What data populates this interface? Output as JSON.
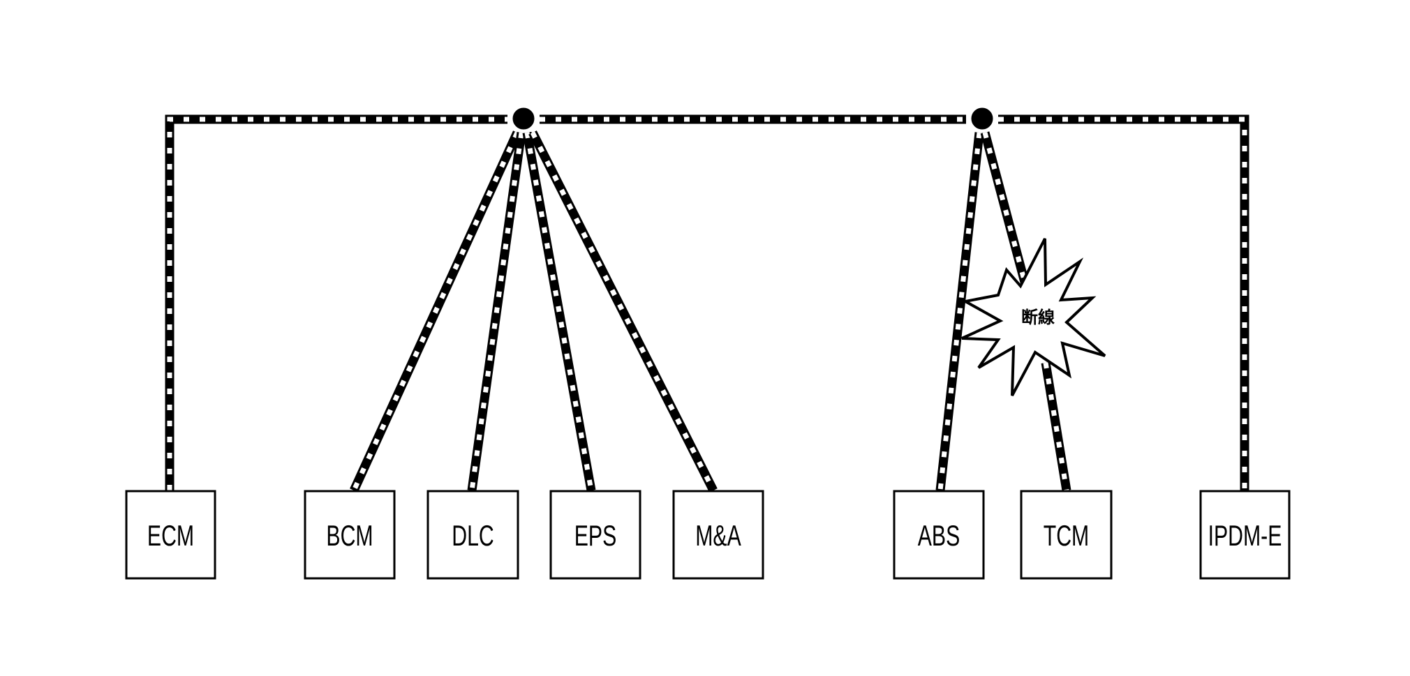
{
  "diagram": {
    "type": "network-topology",
    "description": "CAN communication bus with two junction points and eight control modules; a wire break is marked on the TCM branch",
    "colors": {
      "line": "#000000",
      "dash": "#ffffff",
      "background": "#ffffff"
    },
    "junctions": [
      {
        "id": "J1",
        "label": ""
      },
      {
        "id": "J2",
        "label": ""
      }
    ],
    "modules": [
      {
        "id": "ECM",
        "label": "ECM",
        "connected_to": "bus-left-end"
      },
      {
        "id": "BCM",
        "label": "BCM",
        "connected_to": "J1"
      },
      {
        "id": "DLC",
        "label": "DLC",
        "connected_to": "J1"
      },
      {
        "id": "EPS",
        "label": "EPS",
        "connected_to": "J1"
      },
      {
        "id": "M&A",
        "label": "M&A",
        "connected_to": "J1"
      },
      {
        "id": "ABS",
        "label": "ABS",
        "connected_to": "J2"
      },
      {
        "id": "TCM",
        "label": "TCM",
        "connected_to": "J2",
        "fault": "断線"
      },
      {
        "id": "IPDM-E",
        "label": "IPDM-E",
        "connected_to": "bus-right-end"
      }
    ],
    "fault_marker": {
      "label": "断線",
      "meaning": "wire break",
      "on_branch": "TCM"
    }
  }
}
